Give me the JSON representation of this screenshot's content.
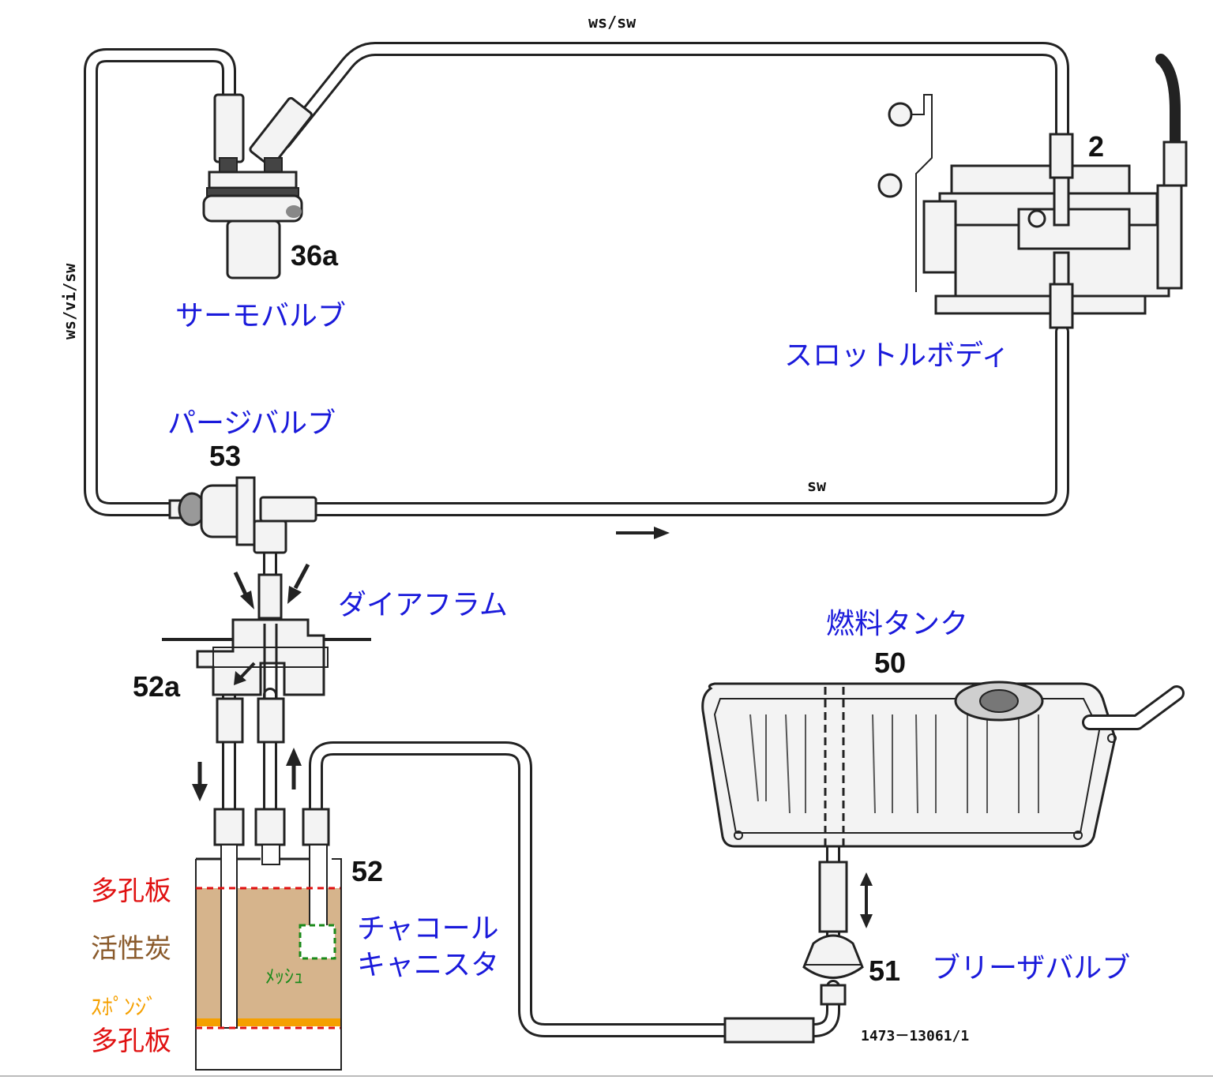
{
  "wire_labels": {
    "top": "ws/sw",
    "left": "ws/vi/sw",
    "mid": "sw"
  },
  "parts": {
    "thermo_valve": {
      "number": "36a",
      "label": "サーモバルブ"
    },
    "throttle_body": {
      "number": "2",
      "label": "スロットルボディ"
    },
    "purge_valve": {
      "number": "53",
      "label": "パージバルブ"
    },
    "diaphragm": {
      "label": "ダイアフラム"
    },
    "diaphragm_unit": {
      "number": "52a"
    },
    "fuel_tank": {
      "number": "50",
      "label": "燃料タンク"
    },
    "canister": {
      "number": "52",
      "label_line1": "チャコール",
      "label_line2": "キャニスタ"
    },
    "breather_valve": {
      "number": "51",
      "label": "ブリーザバルブ"
    }
  },
  "canister_layers": {
    "top_plate": "多孔板",
    "charcoal": "活性炭",
    "sponge": "ｽﾎﾟﾝｼﾞ",
    "bottom_plate": "多孔板",
    "mesh": "ﾒｯｼｭ"
  },
  "drawing_code": "1473－13061/1",
  "colors": {
    "label_blue": "#1a1adb",
    "plate_red": "#e01010",
    "charcoal_tan": "#d6b48c",
    "charcoal_text": "#8a5a2b",
    "sponge_orange": "#f5a000",
    "mesh_green": "#1a8a1a"
  }
}
